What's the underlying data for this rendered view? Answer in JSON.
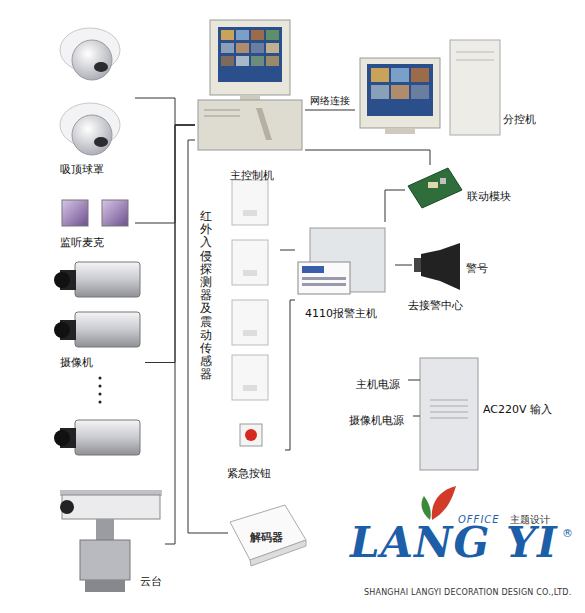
{
  "diagram": {
    "nodes": [
      {
        "text": [
          "吸顶球罩"
        ]
      },
      {
        "text": [
          "监听麦克"
        ]
      },
      {
        "text": [
          "摄像机"
        ]
      },
      {
        "text": [
          "云台"
        ]
      },
      {
        "text": [
          "主控制机"
        ]
      },
      {
        "text": [
          "分控机"
        ]
      },
      {
        "text": [
          "联动模块"
        ]
      },
      {
        "text": [
          "红外入侵探测器及震动传感器"
        ]
      },
      {
        "text": [
          "紧急按钮"
        ]
      },
      {
        "text": [
          "4110报警主机"
        ]
      },
      {
        "text": [
          "警号"
        ]
      },
      {
        "text": [
          "解码器"
        ]
      }
    ],
    "edges": [
      {
        "from": 0,
        "to": 4,
        "arrow": "none"
      },
      {
        "from": 1,
        "to": 4,
        "arrow": "none"
      },
      {
        "from": 2,
        "to": 4,
        "arrow": "none"
      },
      {
        "from": 3,
        "to": 4,
        "arrow": "none"
      },
      {
        "from": 11,
        "to": 4,
        "arrow": "none"
      },
      {
        "from": 4,
        "to": 5,
        "label": "网络连接",
        "arrow": "none"
      },
      {
        "from": 4,
        "to": 6,
        "arrow": "none"
      },
      {
        "from": 6,
        "to": 9,
        "arrow": "none"
      },
      {
        "from": 7,
        "to": 9,
        "arrow": "none"
      },
      {
        "from": 8,
        "to": 9,
        "arrow": "none"
      },
      {
        "from": 9,
        "to": 10,
        "arrow": "none"
      }
    ],
    "labels": [
      "去接警中心",
      "主机电源",
      "摄像机电源",
      "AC220V 输入",
      "OFFICE",
      "主题设计",
      "LANG YI",
      "®",
      "SHANGHAI LANGYI DECORATION DESIGN CO.,LTD."
    ]
  }
}
